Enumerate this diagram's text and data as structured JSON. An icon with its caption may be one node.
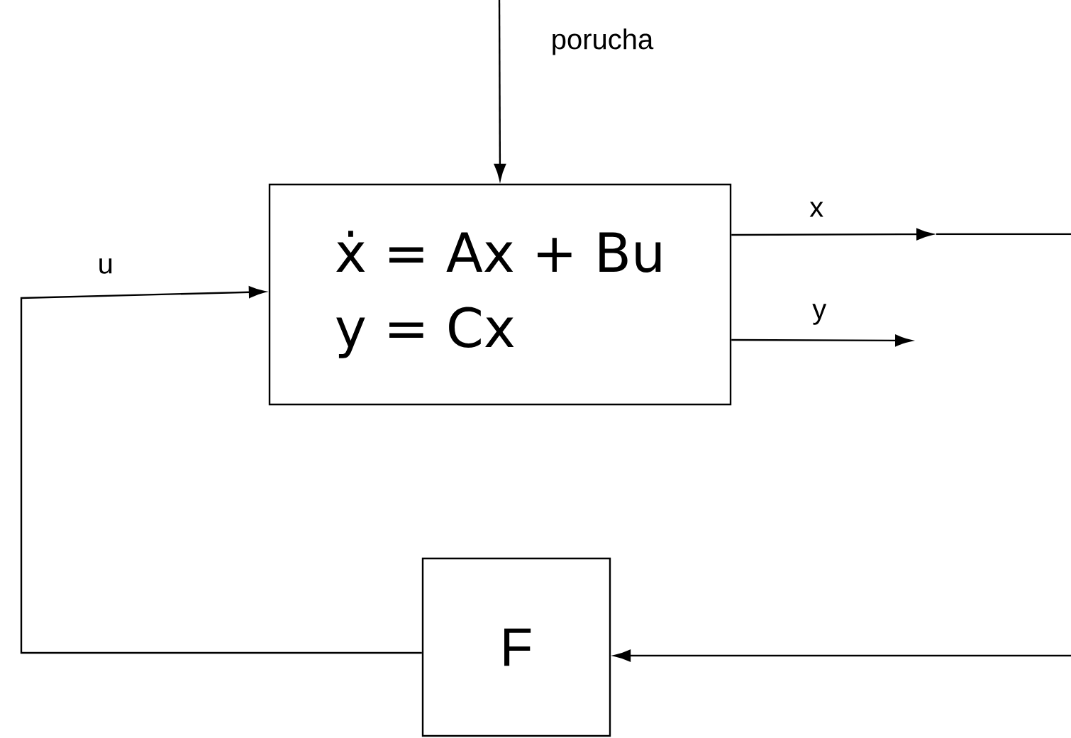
{
  "diagram": {
    "nodes": [
      {
        "text": [
          "ẋ = Ax + Bu",
          "y = Cx"
        ]
      },
      {
        "text": [
          "F"
        ]
      }
    ],
    "edges": [
      {
        "from": null,
        "to": 0,
        "arrow": "to",
        "label": "porucha"
      },
      {
        "from": 0,
        "to": null,
        "arrow": "to",
        "label": "x"
      },
      {
        "from": 0,
        "to": null,
        "arrow": "to",
        "label": "y"
      },
      {
        "from": null,
        "to": 1,
        "arrow": "to"
      },
      {
        "from": 1,
        "to": 0,
        "arrow": "to",
        "label": "u"
      }
    ]
  }
}
